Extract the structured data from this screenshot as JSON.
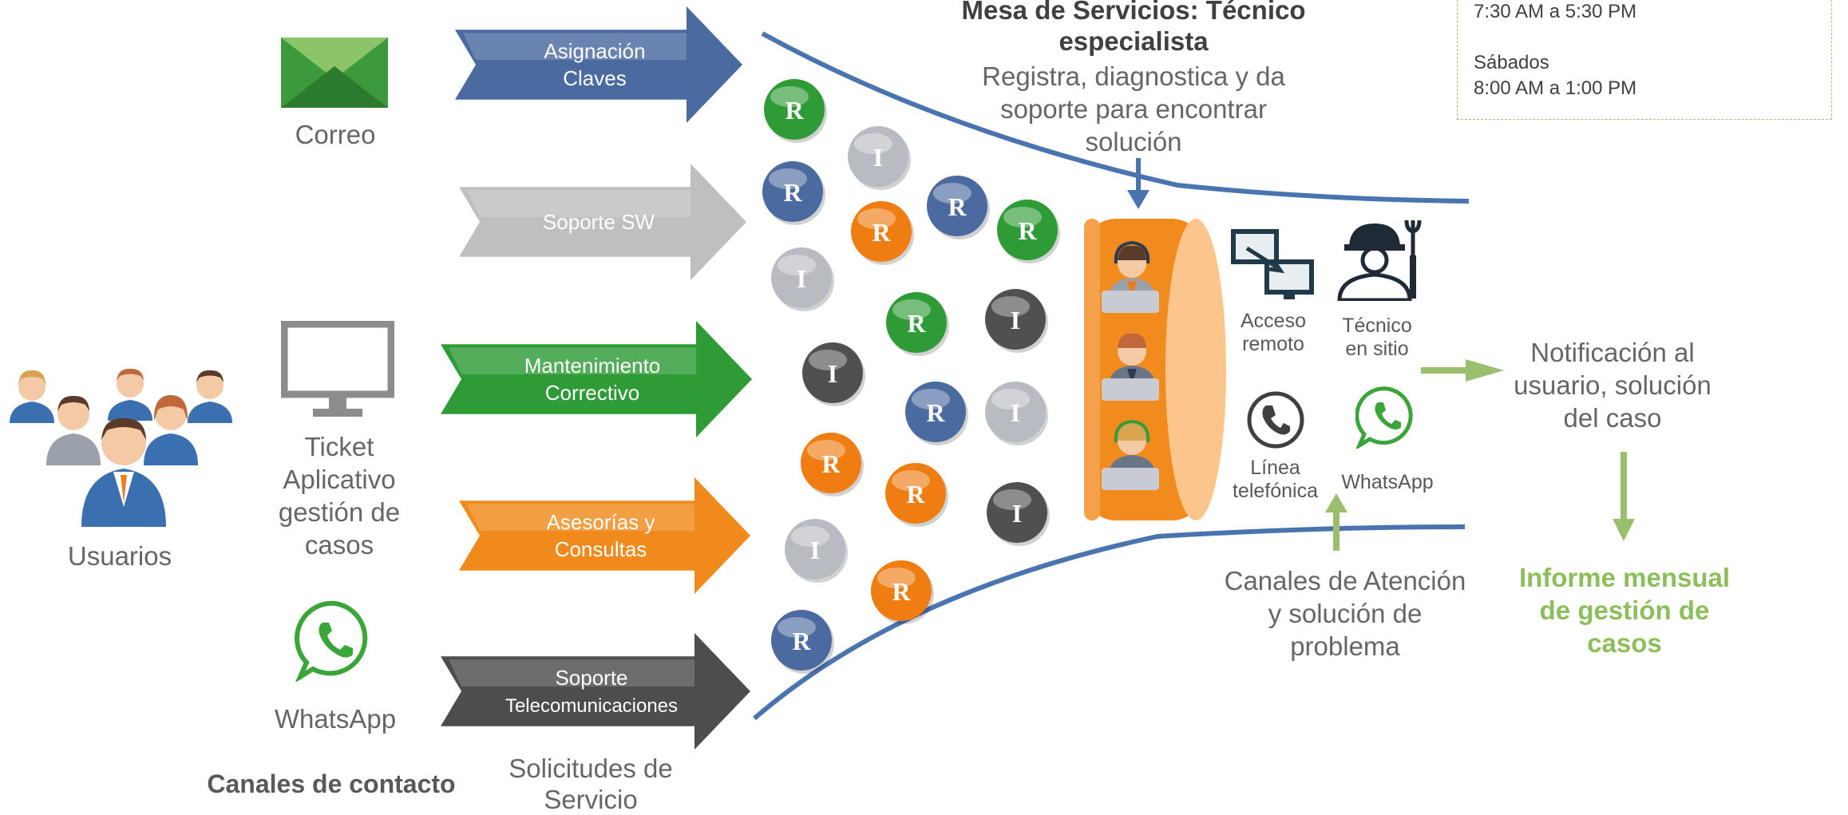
{
  "title": {
    "line1": "Mesa de Servicios: Técnico",
    "line2": "especialista",
    "desc1": "Registra, diagnostica y da",
    "desc2": "soporte para encontrar",
    "desc3": "solución"
  },
  "hours": {
    "weekday": "7:30 AM a 5:30 PM",
    "saturday_label": "Sábados",
    "saturday": "8:00 AM a 1:00 PM"
  },
  "users_label": "Usuarios",
  "contact_channels": {
    "heading": "Canales de contacto",
    "correo": "Correo",
    "ticket": [
      "Ticket",
      "Aplicativo",
      "gestión de",
      "casos"
    ],
    "whatsapp": "WhatsApp"
  },
  "requests": {
    "heading": [
      "Solicitudes de",
      "Servicio"
    ],
    "arrows": [
      {
        "lines": [
          "Asignación",
          "Claves"
        ],
        "color": "#4a6aa0"
      },
      {
        "lines": [
          "Soporte SW"
        ],
        "color": "#bfbfbf"
      },
      {
        "lines": [
          "Mantenimiento",
          "Correctivo"
        ],
        "color": "#2e9b36"
      },
      {
        "lines": [
          "Asesorías y",
          "Consultas"
        ],
        "color": "#f08a1c"
      },
      {
        "lines": [
          "Soporte",
          "Telecomunicaciones"
        ],
        "color": "#4d4d4d"
      }
    ]
  },
  "tokens": {
    "colors": {
      "green": "#2e9b36",
      "blue": "#4a6aa0",
      "orange": "#ef7d12",
      "silver": "#b8bcc2",
      "dark": "#505050"
    },
    "items": [
      {
        "letter": "R",
        "color": "green"
      },
      {
        "letter": "I",
        "color": "silver"
      },
      {
        "letter": "R",
        "color": "blue"
      },
      {
        "letter": "R",
        "color": "orange"
      },
      {
        "letter": "R",
        "color": "blue"
      },
      {
        "letter": "R",
        "color": "green"
      },
      {
        "letter": "I",
        "color": "silver"
      },
      {
        "letter": "R",
        "color": "green"
      },
      {
        "letter": "I",
        "color": "dark"
      },
      {
        "letter": "I",
        "color": "dark"
      },
      {
        "letter": "R",
        "color": "blue"
      },
      {
        "letter": "I",
        "color": "silver"
      },
      {
        "letter": "R",
        "color": "orange"
      },
      {
        "letter": "R",
        "color": "orange"
      },
      {
        "letter": "I",
        "color": "dark"
      },
      {
        "letter": "I",
        "color": "silver"
      },
      {
        "letter": "R",
        "color": "orange"
      },
      {
        "letter": "R",
        "color": "blue"
      }
    ]
  },
  "attention_channels": {
    "acceso_remoto": [
      "Acceso",
      "remoto"
    ],
    "tecnico_sitio": [
      "Técnico",
      "en sitio"
    ],
    "linea": [
      "Línea",
      "telefónica"
    ],
    "whatsapp": "WhatsApp",
    "caption": [
      "Canales de Atención",
      "y solución de",
      "problema"
    ]
  },
  "notification": [
    "Notificación al",
    "usuario, solución",
    "del caso"
  ],
  "report": [
    "Informe mensual",
    "de gestión de",
    "casos"
  ],
  "accent_color": "#8cbf5a",
  "arrow_green": "#9bbf6e"
}
